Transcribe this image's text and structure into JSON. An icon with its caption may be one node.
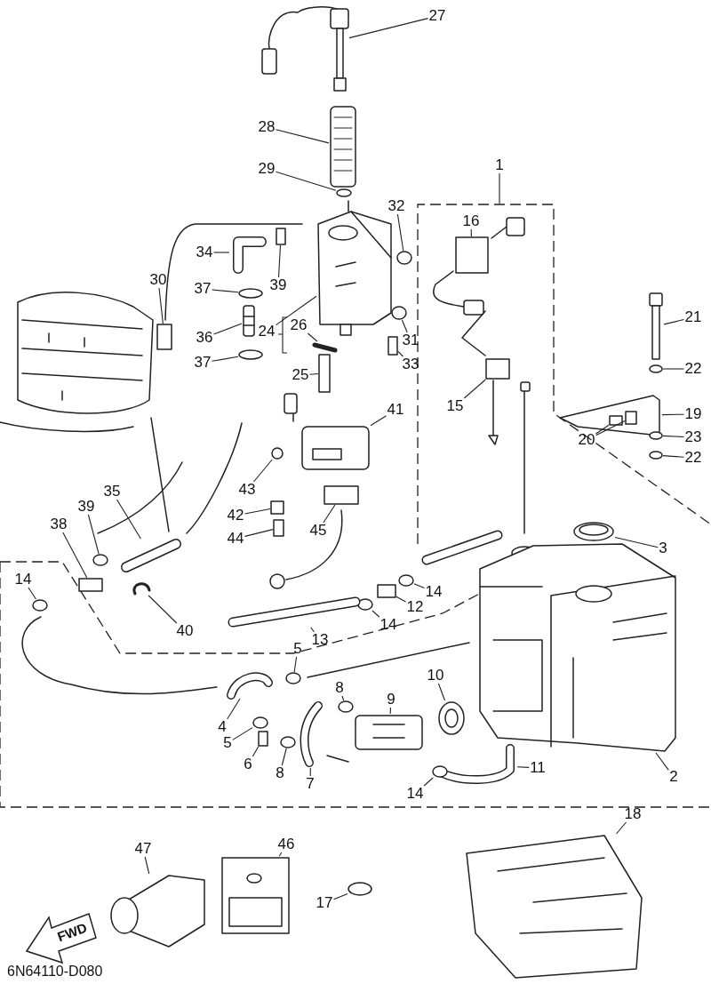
{
  "diagram": {
    "nodes": [
      {
        "text": [
          "27"
        ]
      },
      {
        "text": [
          "28"
        ]
      },
      {
        "text": [
          "29"
        ]
      },
      {
        "text": [
          "1"
        ]
      },
      {
        "text": [
          "32"
        ]
      },
      {
        "text": [
          "16"
        ]
      },
      {
        "text": [
          "34"
        ]
      },
      {
        "text": [
          "39"
        ]
      },
      {
        "text": [
          "30"
        ]
      },
      {
        "text": [
          "37"
        ]
      },
      {
        "text": [
          "24"
        ]
      },
      {
        "text": [
          "26"
        ]
      },
      {
        "text": [
          "31"
        ]
      },
      {
        "text": [
          "36"
        ]
      },
      {
        "text": [
          "21"
        ]
      },
      {
        "text": [
          "37"
        ]
      },
      {
        "text": [
          "25"
        ]
      },
      {
        "text": [
          "33"
        ]
      },
      {
        "text": [
          "22"
        ]
      },
      {
        "text": [
          "15"
        ]
      },
      {
        "text": [
          "41"
        ]
      },
      {
        "text": [
          "19"
        ]
      },
      {
        "text": [
          "23"
        ]
      },
      {
        "text": [
          "20"
        ]
      },
      {
        "text": [
          "22"
        ]
      },
      {
        "text": [
          "35"
        ]
      },
      {
        "text": [
          "43"
        ]
      },
      {
        "text": [
          "39"
        ]
      },
      {
        "text": [
          "38"
        ]
      },
      {
        "text": [
          "42"
        ]
      },
      {
        "text": [
          "45"
        ]
      },
      {
        "text": [
          "44"
        ]
      },
      {
        "text": [
          "3"
        ]
      },
      {
        "text": [
          "14"
        ]
      },
      {
        "text": [
          "14"
        ]
      },
      {
        "text": [
          "12"
        ]
      },
      {
        "text": [
          "14"
        ]
      },
      {
        "text": [
          "40"
        ]
      },
      {
        "text": [
          "13"
        ]
      },
      {
        "text": [
          "5"
        ]
      },
      {
        "text": [
          "10"
        ]
      },
      {
        "text": [
          "8"
        ]
      },
      {
        "text": [
          "9"
        ]
      },
      {
        "text": [
          "4"
        ]
      },
      {
        "text": [
          "5"
        ]
      },
      {
        "text": [
          "6"
        ]
      },
      {
        "text": [
          "2"
        ]
      },
      {
        "text": [
          "11"
        ]
      },
      {
        "text": [
          "8"
        ]
      },
      {
        "text": [
          "7"
        ]
      },
      {
        "text": [
          "14"
        ]
      },
      {
        "text": [
          "18"
        ]
      },
      {
        "text": [
          "47"
        ]
      },
      {
        "text": [
          "46"
        ]
      },
      {
        "text": [
          "17"
        ]
      },
      {
        "text": [],
        "shape": "picture"
      },
      {
        "text": [],
        "shape": "picture"
      },
      {
        "text": [],
        "shape": "circle"
      },
      {
        "text": [],
        "shape": "circle"
      },
      {
        "text": [],
        "shape": "box"
      },
      {
        "text": [],
        "shape": "picture"
      },
      {
        "text": [],
        "shape": "box"
      },
      {
        "text": [],
        "shape": "box"
      },
      {
        "text": [],
        "shape": "circle"
      },
      {
        "text": [],
        "shape": "picture"
      },
      {
        "text": [],
        "shape": "picture"
      },
      {
        "text": [],
        "shape": "circle"
      },
      {
        "text": [],
        "shape": "picture"
      },
      {
        "text": [],
        "shape": "picture"
      },
      {
        "text": [],
        "shape": "circle"
      },
      {
        "text": [],
        "shape": "box"
      },
      {
        "text": [],
        "shape": "box"
      },
      {
        "text": [],
        "shape": "circle"
      },
      {
        "text": [],
        "shape": "box"
      },
      {
        "text": [],
        "shape": "picture"
      },
      {
        "text": [],
        "shape": "picture"
      },
      {
        "text": [],
        "shape": "circle"
      },
      {
        "text": [],
        "shape": "box",
        "in": 75
      },
      {
        "text": [],
        "shape": "box",
        "in": 75
      },
      {
        "text": [],
        "shape": "circle"
      },
      {
        "text": [],
        "shape": "picture"
      },
      {
        "text": [],
        "shape": "circle"
      },
      {
        "text": [],
        "shape": "circle"
      },
      {
        "text": [],
        "shape": "box"
      },
      {
        "text": [],
        "shape": "box"
      },
      {
        "text": [],
        "shape": "box"
      },
      {
        "text": [],
        "shape": "box"
      },
      {
        "text": [],
        "shape": "picture"
      },
      {
        "text": [],
        "shape": "circle"
      },
      {
        "text": [],
        "shape": "circle"
      },
      {
        "text": [],
        "shape": "box"
      },
      {
        "text": [],
        "shape": "circle"
      },
      {
        "text": [],
        "shape": "picture"
      },
      {
        "text": [],
        "shape": "picture"
      },
      {
        "text": [],
        "shape": "circle"
      },
      {
        "text": [],
        "shape": "picture"
      },
      {
        "text": [],
        "shape": "circle"
      },
      {
        "text": [],
        "shape": "picture"
      },
      {
        "text": [],
        "shape": "picture"
      },
      {
        "text": [],
        "shape": "circle"
      },
      {
        "text": [],
        "shape": "box"
      },
      {
        "text": [],
        "shape": "picture"
      },
      {
        "text": [],
        "shape": "picture"
      },
      {
        "text": [],
        "shape": "circle"
      },
      {
        "text": [],
        "shape": "picture"
      },
      {
        "text": [],
        "shape": "circle"
      },
      {
        "text": [],
        "shape": "picture"
      },
      {
        "text": [],
        "shape": "picture"
      },
      {
        "text": [],
        "shape": "picture"
      },
      {
        "text": [],
        "shape": "circle"
      }
    ],
    "edges": [
      {
        "from": 0,
        "to": 55,
        "arrow": "none"
      },
      {
        "from": 1,
        "to": 56,
        "arrow": "none"
      },
      {
        "from": 2,
        "to": 57,
        "arrow": "none"
      },
      {
        "from": 3,
        "to": null,
        "arrow": "none"
      },
      {
        "from": 4,
        "to": 58,
        "arrow": "none"
      },
      {
        "from": 5,
        "to": 59,
        "arrow": "none"
      },
      {
        "from": 6,
        "to": 60,
        "arrow": "none"
      },
      {
        "from": 7,
        "to": 61,
        "arrow": "none"
      },
      {
        "from": 8,
        "to": 62,
        "arrow": "none"
      },
      {
        "from": 9,
        "to": 63,
        "arrow": "none"
      },
      {
        "from": 10,
        "to": 64,
        "arrow": "none"
      },
      {
        "from": 11,
        "to": 65,
        "arrow": "none"
      },
      {
        "from": 12,
        "to": 66,
        "arrow": "none"
      },
      {
        "from": 13,
        "to": 67,
        "arrow": "none"
      },
      {
        "from": 14,
        "to": 68,
        "arrow": "none"
      },
      {
        "from": 15,
        "to": 69,
        "arrow": "none"
      },
      {
        "from": 16,
        "to": 70,
        "arrow": "none"
      },
      {
        "from": 17,
        "to": 71,
        "arrow": "none"
      },
      {
        "from": 18,
        "to": 72,
        "arrow": "none"
      },
      {
        "from": 19,
        "to": 73,
        "arrow": "none"
      },
      {
        "from": 20,
        "to": 74,
        "arrow": "none"
      },
      {
        "from": 21,
        "to": 75,
        "arrow": "none"
      },
      {
        "from": 22,
        "to": 76,
        "arrow": "none"
      },
      {
        "from": 23,
        "to": 77,
        "arrow": "none"
      },
      {
        "from": 23,
        "to": 78,
        "arrow": "none"
      },
      {
        "from": 24,
        "to": 79,
        "arrow": "none"
      },
      {
        "from": 25,
        "to": 80,
        "arrow": "none"
      },
      {
        "from": 26,
        "to": 81,
        "arrow": "none"
      },
      {
        "from": 27,
        "to": 82,
        "arrow": "none"
      },
      {
        "from": 28,
        "to": 83,
        "arrow": "none"
      },
      {
        "from": 29,
        "to": 84,
        "arrow": "none"
      },
      {
        "from": 30,
        "to": 85,
        "arrow": "none"
      },
      {
        "from": 31,
        "to": 86,
        "arrow": "none"
      },
      {
        "from": 32,
        "to": 87,
        "arrow": "none"
      },
      {
        "from": 33,
        "to": 88,
        "arrow": "none"
      },
      {
        "from": 34,
        "to": 89,
        "arrow": "none"
      },
      {
        "from": 35,
        "to": 90,
        "arrow": "none"
      },
      {
        "from": 36,
        "to": 91,
        "arrow": "none"
      },
      {
        "from": 37,
        "to": 92,
        "arrow": "none"
      },
      {
        "from": 38,
        "to": 93,
        "arrow": "none"
      },
      {
        "from": 39,
        "to": 94,
        "arrow": "none"
      },
      {
        "from": 40,
        "to": 95,
        "arrow": "none"
      },
      {
        "from": 41,
        "to": 96,
        "arrow": "none"
      },
      {
        "from": 42,
        "to": 97,
        "arrow": "none"
      },
      {
        "from": 43,
        "to": 98,
        "arrow": "none"
      },
      {
        "from": 44,
        "to": 99,
        "arrow": "none"
      },
      {
        "from": 45,
        "to": 100,
        "arrow": "none"
      },
      {
        "from": 46,
        "to": 101,
        "arrow": "none"
      },
      {
        "from": 47,
        "to": 102,
        "arrow": "none"
      },
      {
        "from": 48,
        "to": 103,
        "arrow": "none"
      },
      {
        "from": 49,
        "to": 104,
        "arrow": "none"
      },
      {
        "from": 50,
        "to": 105,
        "arrow": "none"
      },
      {
        "from": 51,
        "to": 106,
        "arrow": "none"
      },
      {
        "from": 52,
        "to": 107,
        "arrow": "none"
      },
      {
        "from": 53,
        "to": 108,
        "arrow": "none"
      },
      {
        "from": 54,
        "to": 109,
        "arrow": "none"
      }
    ],
    "labels": [
      "FWD",
      "6N64110-D080"
    ]
  }
}
